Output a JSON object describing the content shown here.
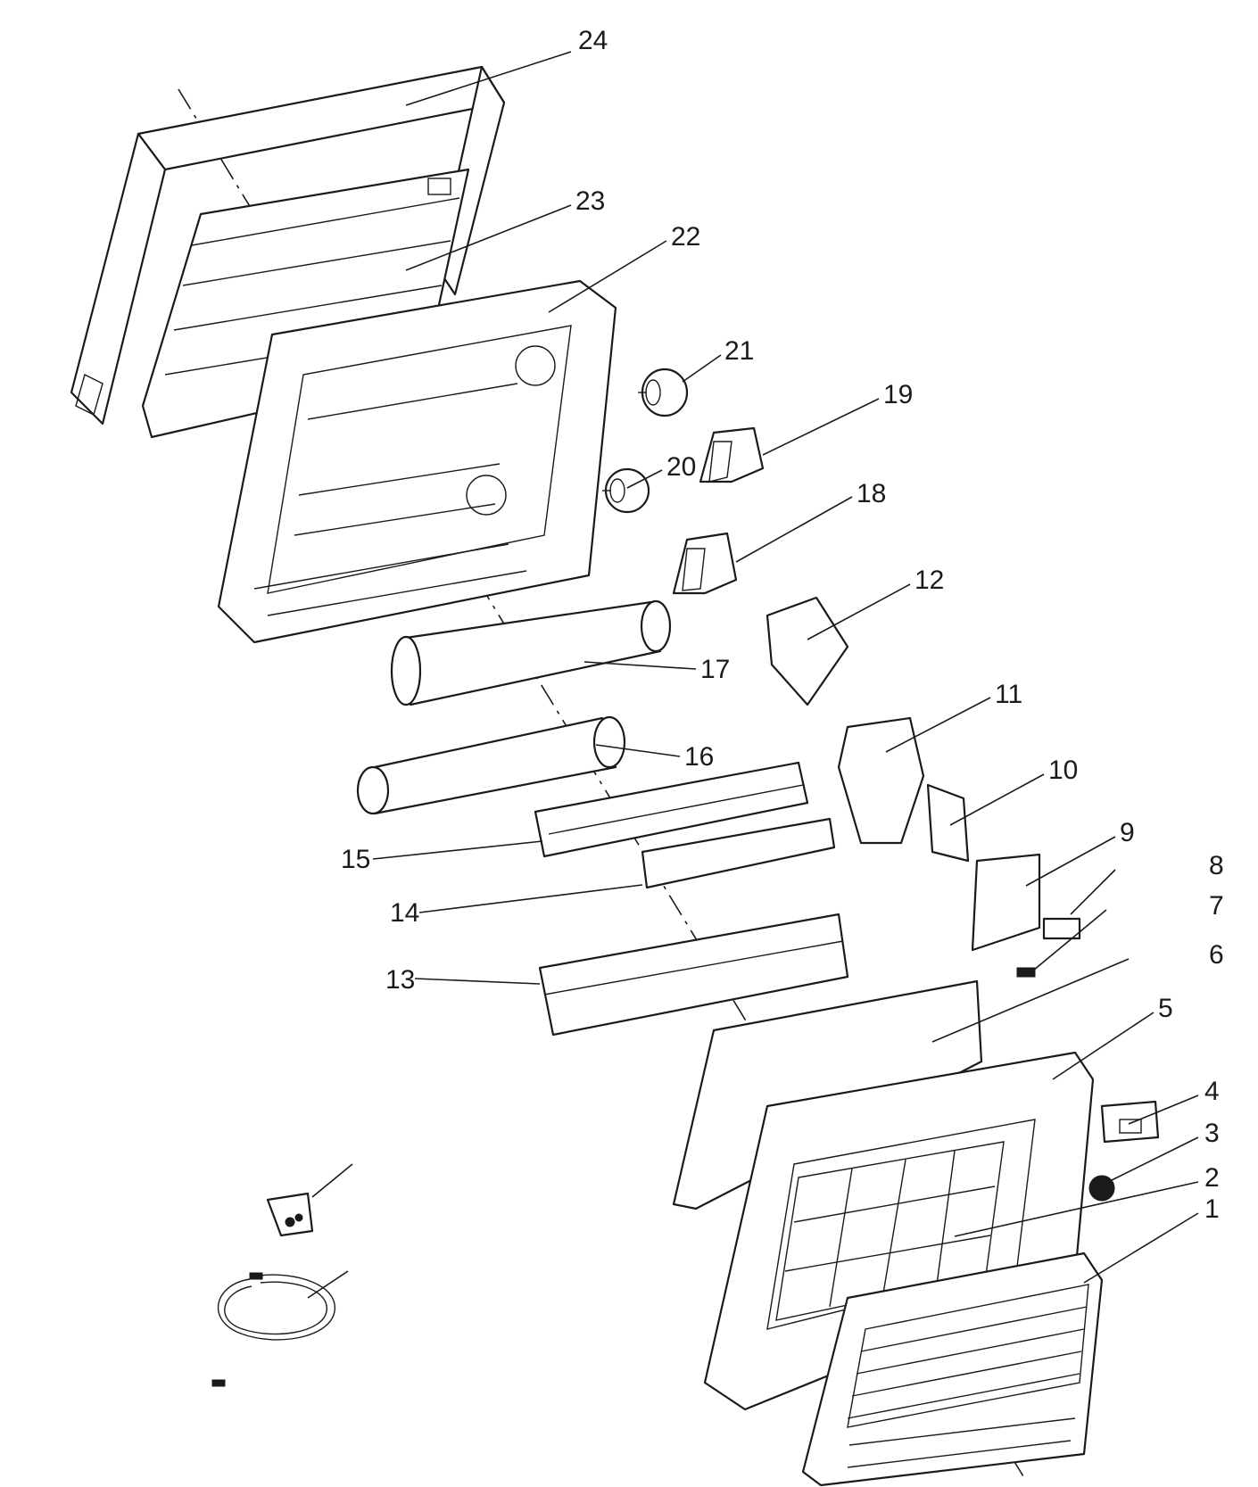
{
  "callouts": [
    {
      "id": "24",
      "label": "24"
    },
    {
      "id": "23",
      "label": "23"
    },
    {
      "id": "22",
      "label": "22"
    },
    {
      "id": "21",
      "label": "21"
    },
    {
      "id": "20",
      "label": "20"
    },
    {
      "id": "19",
      "label": "19"
    },
    {
      "id": "18",
      "label": "18"
    },
    {
      "id": "17",
      "label": "17"
    },
    {
      "id": "16",
      "label": "16"
    },
    {
      "id": "15",
      "label": "15"
    },
    {
      "id": "14",
      "label": "14"
    },
    {
      "id": "13",
      "label": "13"
    },
    {
      "id": "12",
      "label": "12"
    },
    {
      "id": "11",
      "label": "11"
    },
    {
      "id": "10",
      "label": "10"
    },
    {
      "id": "9",
      "label": "9"
    },
    {
      "id": "8",
      "label": "8"
    },
    {
      "id": "7",
      "label": "7"
    },
    {
      "id": "6",
      "label": "6"
    },
    {
      "id": "5",
      "label": "5"
    },
    {
      "id": "4",
      "label": "4"
    },
    {
      "id": "3",
      "label": "3"
    },
    {
      "id": "2",
      "label": "2"
    },
    {
      "id": "1",
      "label": "1"
    }
  ]
}
